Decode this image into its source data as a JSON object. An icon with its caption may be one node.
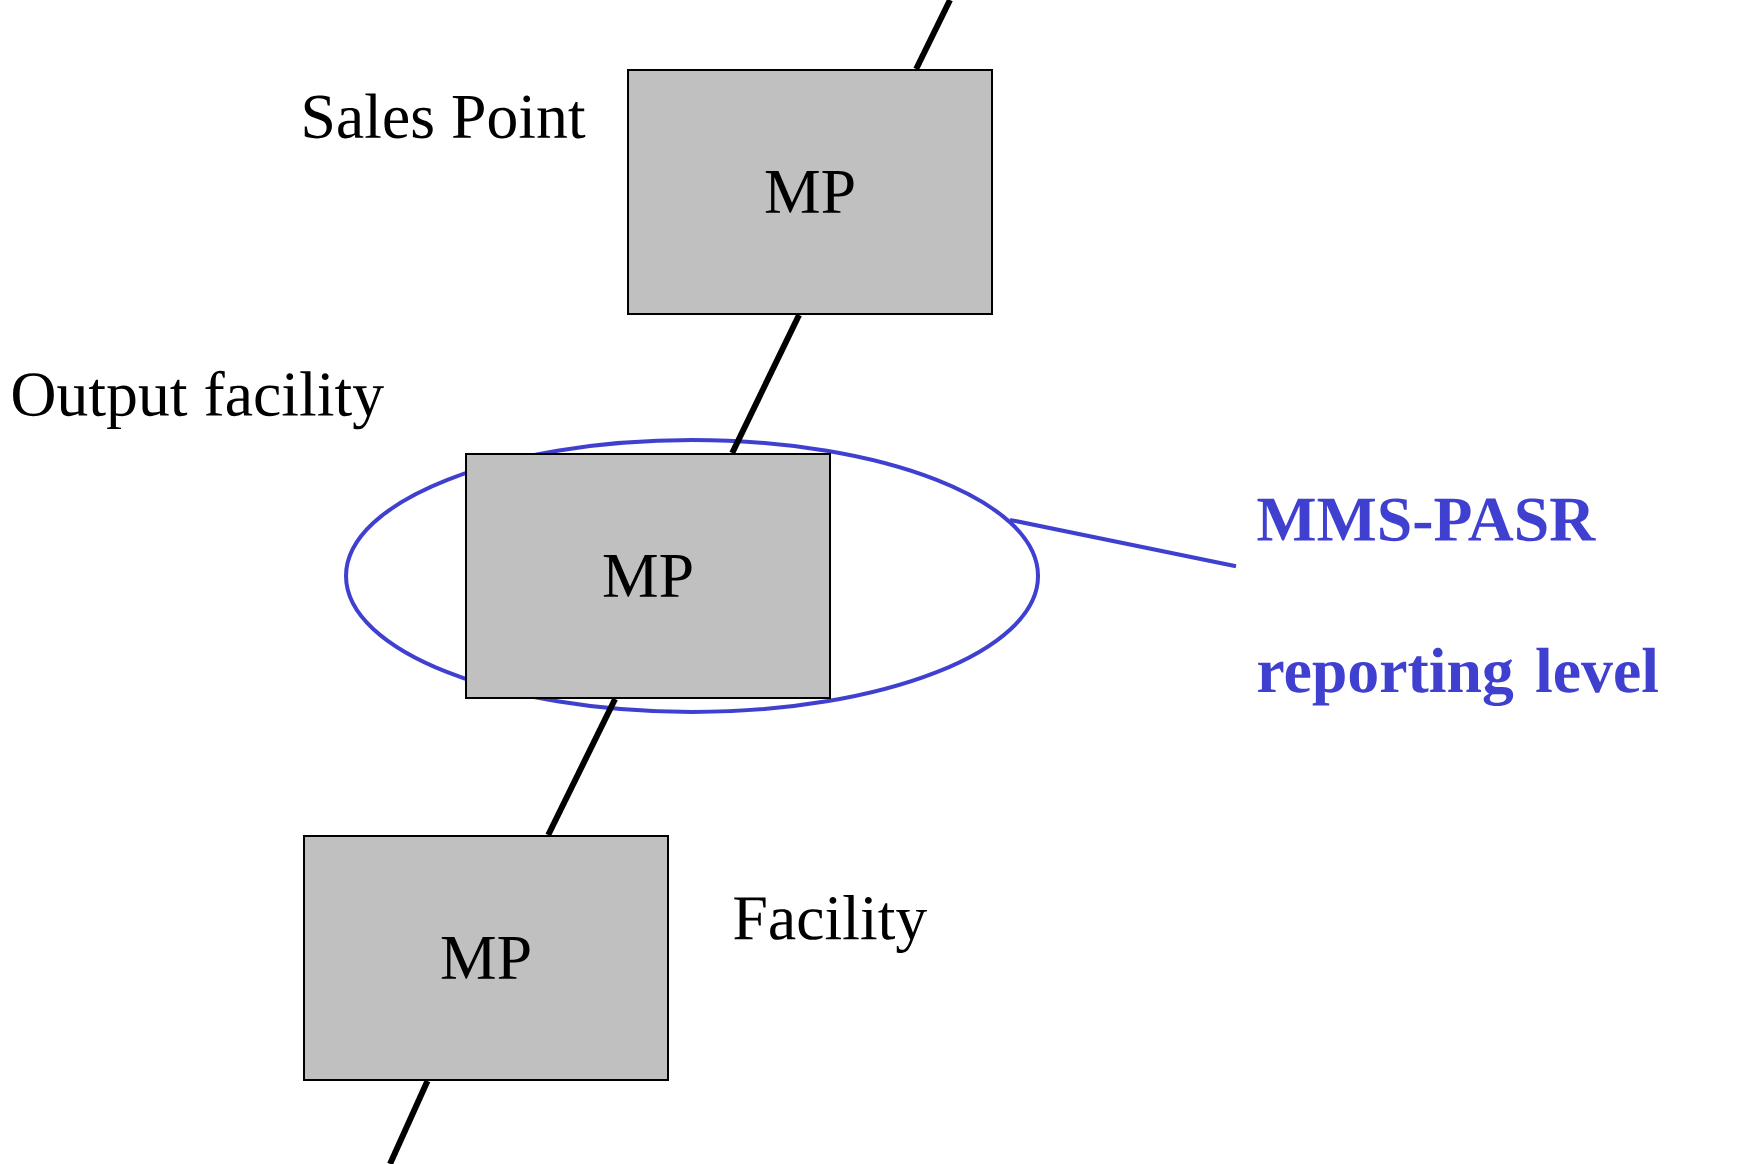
{
  "diagram": {
    "nodes": [
      {
        "text": [
          "MP"
        ],
        "beside": [
          "Sales Point"
        ]
      },
      {
        "text": [],
        "shape": "ellipse"
      },
      {
        "text": [
          "MP"
        ],
        "in": 1
      },
      {
        "text": [
          "MP"
        ],
        "beside": [
          "Facility"
        ]
      },
      {
        "text": [
          "**MMS-PASR reporting level**"
        ]
      }
    ],
    "edges": [
      {
        "from": null,
        "to": 0,
        "arrow": "none"
      },
      {
        "from": 0,
        "to": 2,
        "arrow": "none"
      },
      {
        "from": 2,
        "to": 3,
        "arrow": "none"
      },
      {
        "from": 3,
        "to": null,
        "arrow": "none"
      },
      {
        "from": 4,
        "to": 1,
        "arrow": "none",
        "color": "#3f3fd0"
      }
    ],
    "labels": [
      "Output facility"
    ]
  }
}
